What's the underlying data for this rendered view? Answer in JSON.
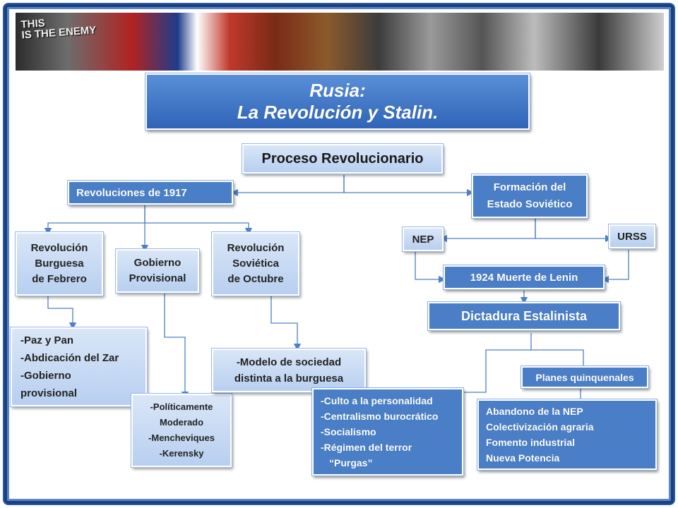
{
  "banner": {
    "text_line1": "THIS",
    "text_line2": "IS THE ENEMY"
  },
  "title": {
    "line1": "Rusia:",
    "line2": "La Revolución y Stalin."
  },
  "nodes": {
    "proceso": "Proceso Revolucionario",
    "revoluciones": "Revoluciones de 1917",
    "formacion": [
      "Formación del",
      "Estado Soviético"
    ],
    "burguesa": [
      "Revolución",
      "Burguesa",
      "de Febrero"
    ],
    "gobierno": [
      "Gobierno",
      "Provisional"
    ],
    "sovietica": [
      "Revolución",
      "Soviética",
      "de Octubre"
    ],
    "paz": [
      "-Paz y Pan",
      "-Abdicación del Zar",
      "-Gobierno",
      "provisional"
    ],
    "politicamente": [
      "-Políticamente",
      "Moderado",
      "-Mencheviques",
      "-Kerensky"
    ],
    "modelo": [
      "-Modelo de sociedad",
      "distinta a la burguesa"
    ],
    "nep": "NEP",
    "urss": "URSS",
    "muerte": "1924 Muerte de Lenin",
    "dictadura": "Dictadura Estalinista",
    "planes": "Planes quinquenales",
    "culto": [
      "-Culto a la personalidad",
      "-Centralismo burocrático",
      "-Socialismo",
      "-Régimen del terror",
      "“Purgas”"
    ],
    "abandono": [
      "Abandono de la NEP",
      "Colectivización agraria",
      "Fomento industrial",
      "Nueva Potencia"
    ]
  },
  "colors": {
    "frame": "#1a3f7e",
    "box_blue": "#4a7fc8",
    "box_light": "#c9dbf3",
    "connector": "#4f7fc4"
  }
}
